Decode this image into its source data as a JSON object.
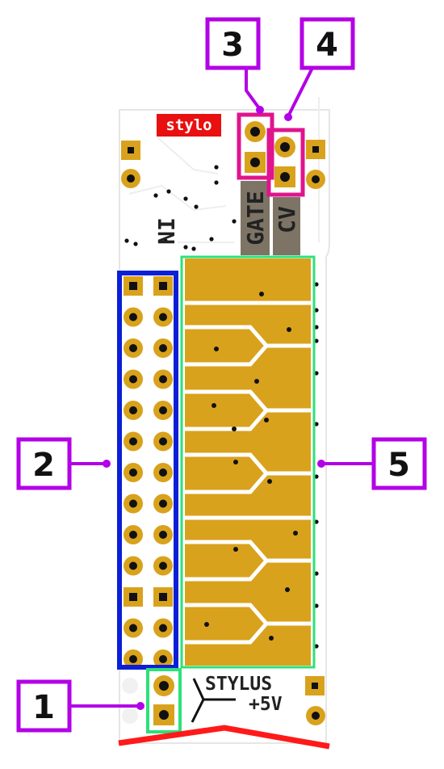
{
  "board": {
    "logo": "stylo",
    "label_in": "IN",
    "label_gate": "GATE",
    "label_cv": "CV",
    "label_stylus": "STYLUS",
    "label_power": "+5V"
  },
  "callouts": [
    {
      "number": "1",
      "color": "#b300e6"
    },
    {
      "number": "2",
      "color": "#b300e6"
    },
    {
      "number": "3",
      "color": "#b300e6"
    },
    {
      "number": "4",
      "color": "#b300e6"
    },
    {
      "number": "5",
      "color": "#b300e6"
    }
  ],
  "colors": {
    "copper": "#d9a21c",
    "pcb": "#ffffff",
    "header_box": "#0a1fd6",
    "touch_box": "#2ee07a",
    "jack_box": "#e0148c",
    "logo_bg": "#e81010",
    "label_bg": "#7d7466",
    "edge_cut": "#ff1a1a"
  }
}
